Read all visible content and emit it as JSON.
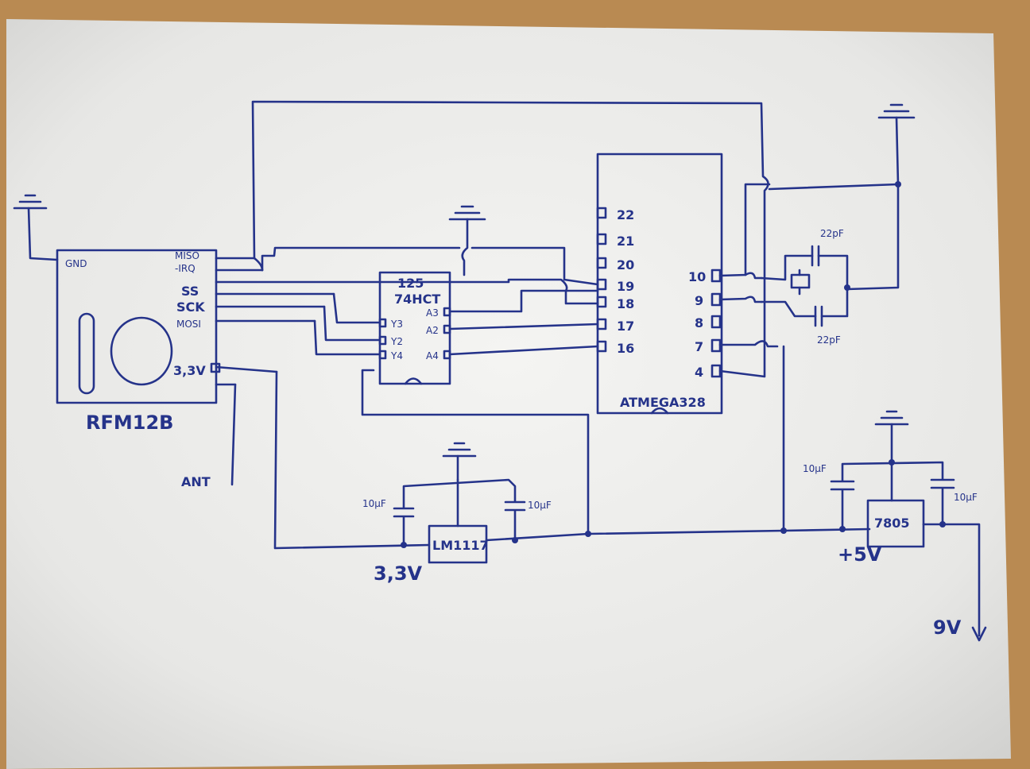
{
  "labels": {
    "rfm": "RFM12B",
    "rfm_gnd": "GND",
    "rfm_miso": "MISO",
    "rfm_irq": "-IRQ",
    "rfm_ss": "SS",
    "rfm_sck": "SCK",
    "rfm_mosi": "MOSI",
    "rfm_33v": "3,3V",
    "ant": "ANT",
    "buf_a": "74HCT",
    "buf_b": "125",
    "buf_a3": "A3",
    "buf_a2": "A2",
    "buf_a4": "A4",
    "buf_y3": "Y3",
    "buf_y2": "Y2",
    "buf_y4": "Y4",
    "mcu": "ATMEGA328",
    "mcu_p22": "22",
    "mcu_p21": "21",
    "mcu_p20": "20",
    "mcu_p19": "19",
    "mcu_p18": "18",
    "mcu_p17": "17",
    "mcu_p16": "16",
    "mcu_p10": "10",
    "mcu_p9": "9",
    "mcu_p8": "8",
    "mcu_p7": "7",
    "mcu_p4": "4",
    "xtal_c1": "22pF",
    "xtal_c2": "22pF",
    "reg3": "LM1117",
    "reg3_out": "3,3V",
    "reg3_c_left": "10µF",
    "reg3_c_right": "10µF",
    "reg5": "7805",
    "reg5_out": "+5V",
    "reg5_c_left": "10µF",
    "reg5_c_right": "10µF",
    "vin": "9V"
  },
  "colors": {
    "ink": "#25338a",
    "paper": "#f2f2f0",
    "background": "#b98a52"
  }
}
